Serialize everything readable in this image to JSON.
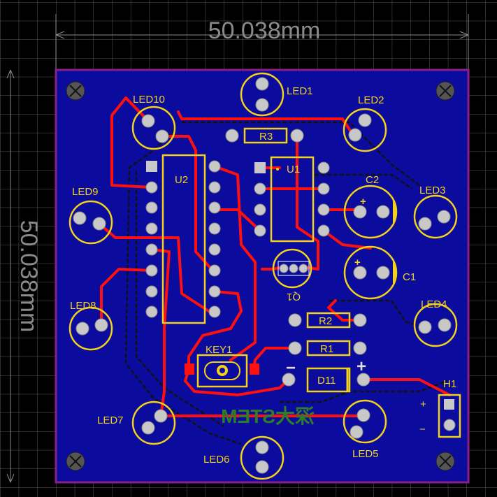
{
  "dimensions": {
    "width_label": "50.038mm",
    "height_label": "50.038mm"
  },
  "board_logo": "深大STEM",
  "components": {
    "led1": "LED1",
    "led2": "LED2",
    "led3": "LED3",
    "led4": "LED4",
    "led5": "LED5",
    "led6": "LED6",
    "led7": "LED7",
    "led8": "LED8",
    "led9": "LED9",
    "led10": "LED10",
    "r1": "R1",
    "r2": "R2",
    "r3": "R3",
    "u1": "U1",
    "u2": "U2",
    "c1": "C1",
    "c2": "C2",
    "q1": "Q1",
    "d11": "D11",
    "key1": "KEY1",
    "h1": "H1"
  },
  "polarity": {
    "plus": "+",
    "minus": "−"
  },
  "colors": {
    "board": "#0b0b9e",
    "outline": "#8a1f8a",
    "top_copper": "#ff1010",
    "silkscreen": "#f3d21a",
    "logo": "#2f7d2a"
  }
}
